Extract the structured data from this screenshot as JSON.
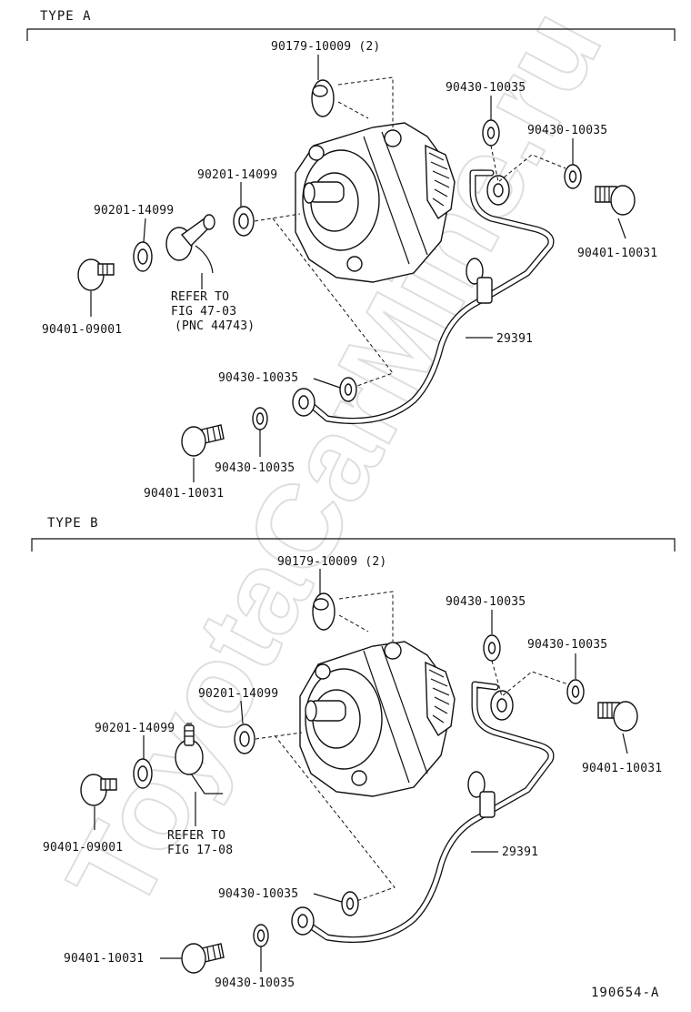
{
  "watermark": "ToyotaCarMine.ru",
  "figure_number": "190654-A",
  "sections": [
    {
      "title": "TYPE A",
      "labels": {
        "bolt_top": "90179-10009 (2)",
        "washer_pipe_top": "90430-10035",
        "washer_right": "90430-10035",
        "union_bolt_right": "90401-10031",
        "oring_pump": "90201-14099",
        "oring_left": "90201-14099",
        "plug": "90401-09001",
        "refer_1": "REFER TO",
        "refer_2": "FIG 47-03",
        "refer_3": "(PNC 44743)",
        "pipe": "29391",
        "washer_mid": "90430-10035",
        "washer_low": "90430-10035",
        "union_bolt_low": "90401-10031"
      }
    },
    {
      "title": "TYPE B",
      "labels": {
        "bolt_top": "90179-10009 (2)",
        "washer_pipe_top": "90430-10035",
        "washer_right": "90430-10035",
        "union_bolt_right": "90401-10031",
        "oring_pump": "90201-14099",
        "oring_left": "90201-14099",
        "plug": "90401-09001",
        "refer_1": "REFER TO",
        "refer_2": "FIG 17-08",
        "pipe": "29391",
        "washer_mid": "90430-10035",
        "union_bolt_low": "90401-10031",
        "washer_low": "90430-10035"
      }
    }
  ]
}
